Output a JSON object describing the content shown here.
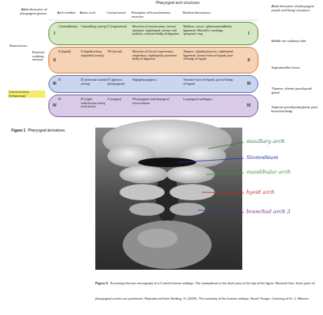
{
  "diagram": {
    "nodes": [
      {
        "text": [
          "I",
          "I (mandibular)",
          "I (maxillary artery)",
          "V (trigeminal)",
          "Muscles of mastication, tensor tympani, mylohyoid, tensor veli palatini, anterior belly of digastric",
          "Malleus, incus, sphenomandibular ligament, Meckel's cartilage, tympanic ring",
          "I"
        ]
      },
      {
        "text": [
          "II",
          "II (hyoid)",
          "II (hyoid artery, stapedial artery)",
          "VII (facial)",
          "Muscles of facial expression, stapedius, stylohyoid, posterior belly of digastric",
          "Stapes, styloid process, stylohyoid ligament, lesser horn of hyoid, part of body of hyoid",
          "II"
        ]
      },
      {
        "text": [
          "III",
          "III",
          "III (internal carotid artery)",
          "IX (glosso-pharyngeal)",
          "Stylopharyngeus",
          "Greater horn of hyoid, part of body of hyoid",
          "III"
        ]
      },
      {
        "text": [
          "IV",
          "IV",
          "IV (right subclavian artery and aorta)",
          "X (vagus)",
          "Pharyngeal and laryngeal musculature",
          "Laryngeal cartilages",
          "IV"
        ]
      }
    ],
    "labels": [
      "Pharyngeal arch structures",
      "Adult derivative of pharyngeal groove",
      "Arch number",
      "Aortic arch",
      "Cranial nerve",
      "Examples of branchiomeric muscles",
      "Skeletal derivatives",
      "Adult derivative of pharyngeal pouch and lining structures",
      "External ear",
      "External auditory meatus",
      "Cervical sinus (temporary)",
      "Middle ear auditory tube",
      "Supratonsillar fossa",
      "Thymus, inferior parathyroid gland",
      "Superior parathyroid gland, post-branchial body",
      "Figure 1",
      "Pharyngeal derivatives.",
      "maxillary arch",
      "Stomodeum",
      "mandibular arch",
      "hyoid arch",
      "branchial arch 3",
      "Figure 2",
      "Scanning electron micrograph of a 5-week human embryo. The stomodeum is the dark area at the top of the figure. Beneath that, three pairs of pharyngeal arches are prominent. Reproduced from Steding, G. (2009). The anatomy of the human embryo. Basel: Karger. Courtesy of Dr. J. Männer."
    ]
  }
}
